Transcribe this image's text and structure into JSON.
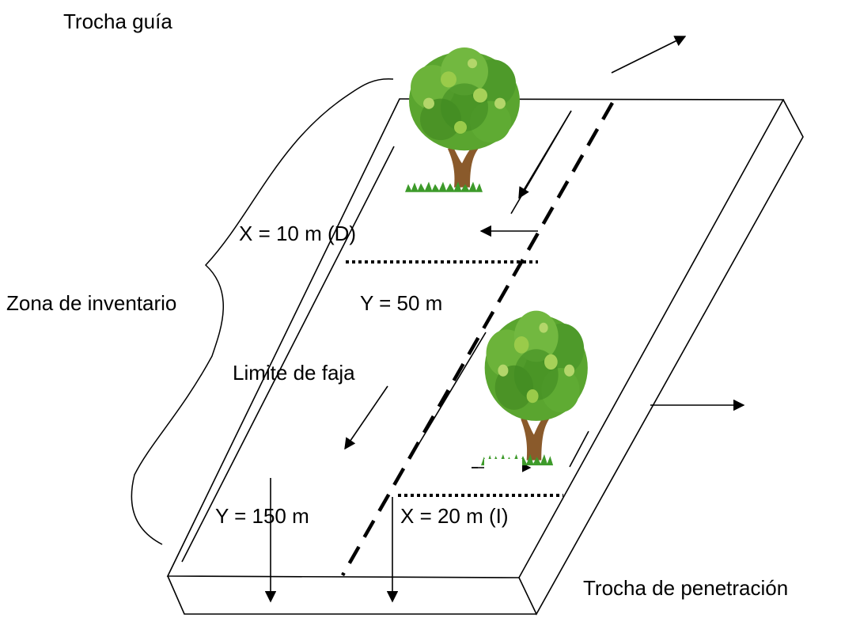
{
  "labels": {
    "trocha_guia": "Trocha guía",
    "zona_inventario": "Zona de inventario",
    "x_top": "X = 10 m (D)",
    "y_50": "Y = 50 m",
    "limite_faja": "Limite de faja",
    "y_150": "Y = 150 m",
    "x_bottom": "X = 20 m (I)",
    "trocha_penetracion": "Trocha de penetración"
  },
  "icons": {
    "tree_top": "tree-icon",
    "tree_bottom": "tree-icon"
  },
  "colors": {
    "line": "#000000",
    "foliage": "#5aa52f",
    "foliage_dark": "#2f7a1f",
    "foliage_light": "#9acb4a",
    "trunk": "#8a5a2b",
    "grass": "#3d9a2a"
  }
}
